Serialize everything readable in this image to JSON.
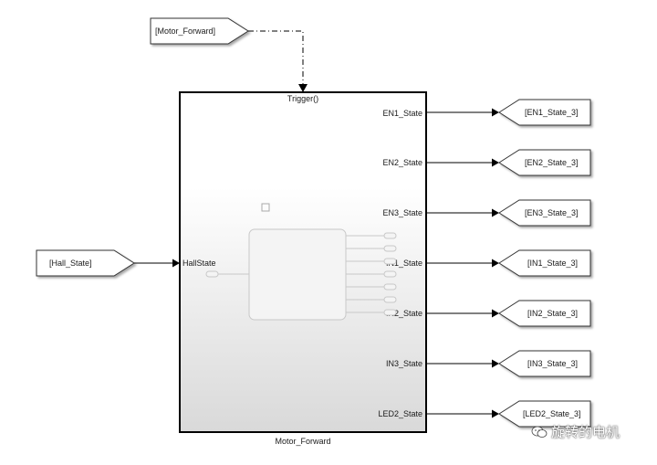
{
  "diagram": {
    "goto_tag": "[Motor_Forward]",
    "subsystem": {
      "name": "Motor_Forward",
      "trigger_label": "Trigger()",
      "input_port": "HallState",
      "output_ports": [
        "EN1_State",
        "EN2_State",
        "EN3_State",
        "IN1_State",
        "IN2_State",
        "IN3_State",
        "LED2_State"
      ]
    },
    "from_tag": "[Hall_State]",
    "goto_outputs": [
      "[EN1_State_3]",
      "[EN2_State_3]",
      "[EN3_State_3]",
      "[IN1_State_3]",
      "[IN2_State_3]",
      "[IN3_State_3]",
      "[LED2_State_3]"
    ]
  },
  "watermark": {
    "text": "旋转的电机",
    "icon": "wechat-icon"
  }
}
